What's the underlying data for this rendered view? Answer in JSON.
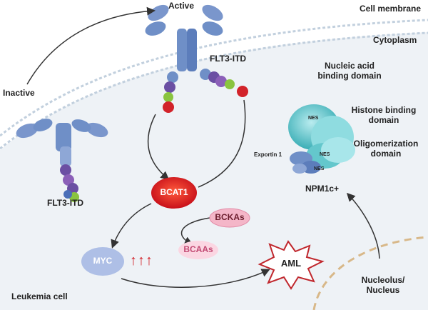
{
  "regions": {
    "cell_membrane": "Cell membrane",
    "cytoplasm": "Cytoplasm",
    "leukemia_cell": "Leukemia cell",
    "nucleolus_nucleus": "Nucleolus/ Nucleus"
  },
  "receptor": {
    "inactive": "Inactive",
    "active": "Active",
    "left_name": "FLT3-ITD",
    "right_name": "FLT3-ITD"
  },
  "metabolism": {
    "bcat1": "BCAT1",
    "bckas": "BCKAs",
    "bcaas": "BCAAs",
    "myc": "MYC",
    "up_arrows": "↑↑↑",
    "aml": "AML"
  },
  "npm1": {
    "nucleic_acid": "Nucleic acid binding domain",
    "histone": "Histone binding domain",
    "oligomerization": "Oligomerization domain",
    "exportin": "Exportin 1",
    "nes_top": "NES",
    "nes_mid": "NES",
    "nes_low": "NES",
    "complex": "NPM1c+"
  },
  "colors": {
    "receptor_blue": "#6f8fc7",
    "receptor_purple": "#6b4fa3",
    "receptor_green": "#8ac43f",
    "phospho_red": "#d2232a",
    "bcat1_red": "#e8231c",
    "pink": "#f4b6c8",
    "myc_blue": "#aebfe6",
    "npm1_teal": "#5cc4c8",
    "membrane": "#b8c7d6"
  }
}
